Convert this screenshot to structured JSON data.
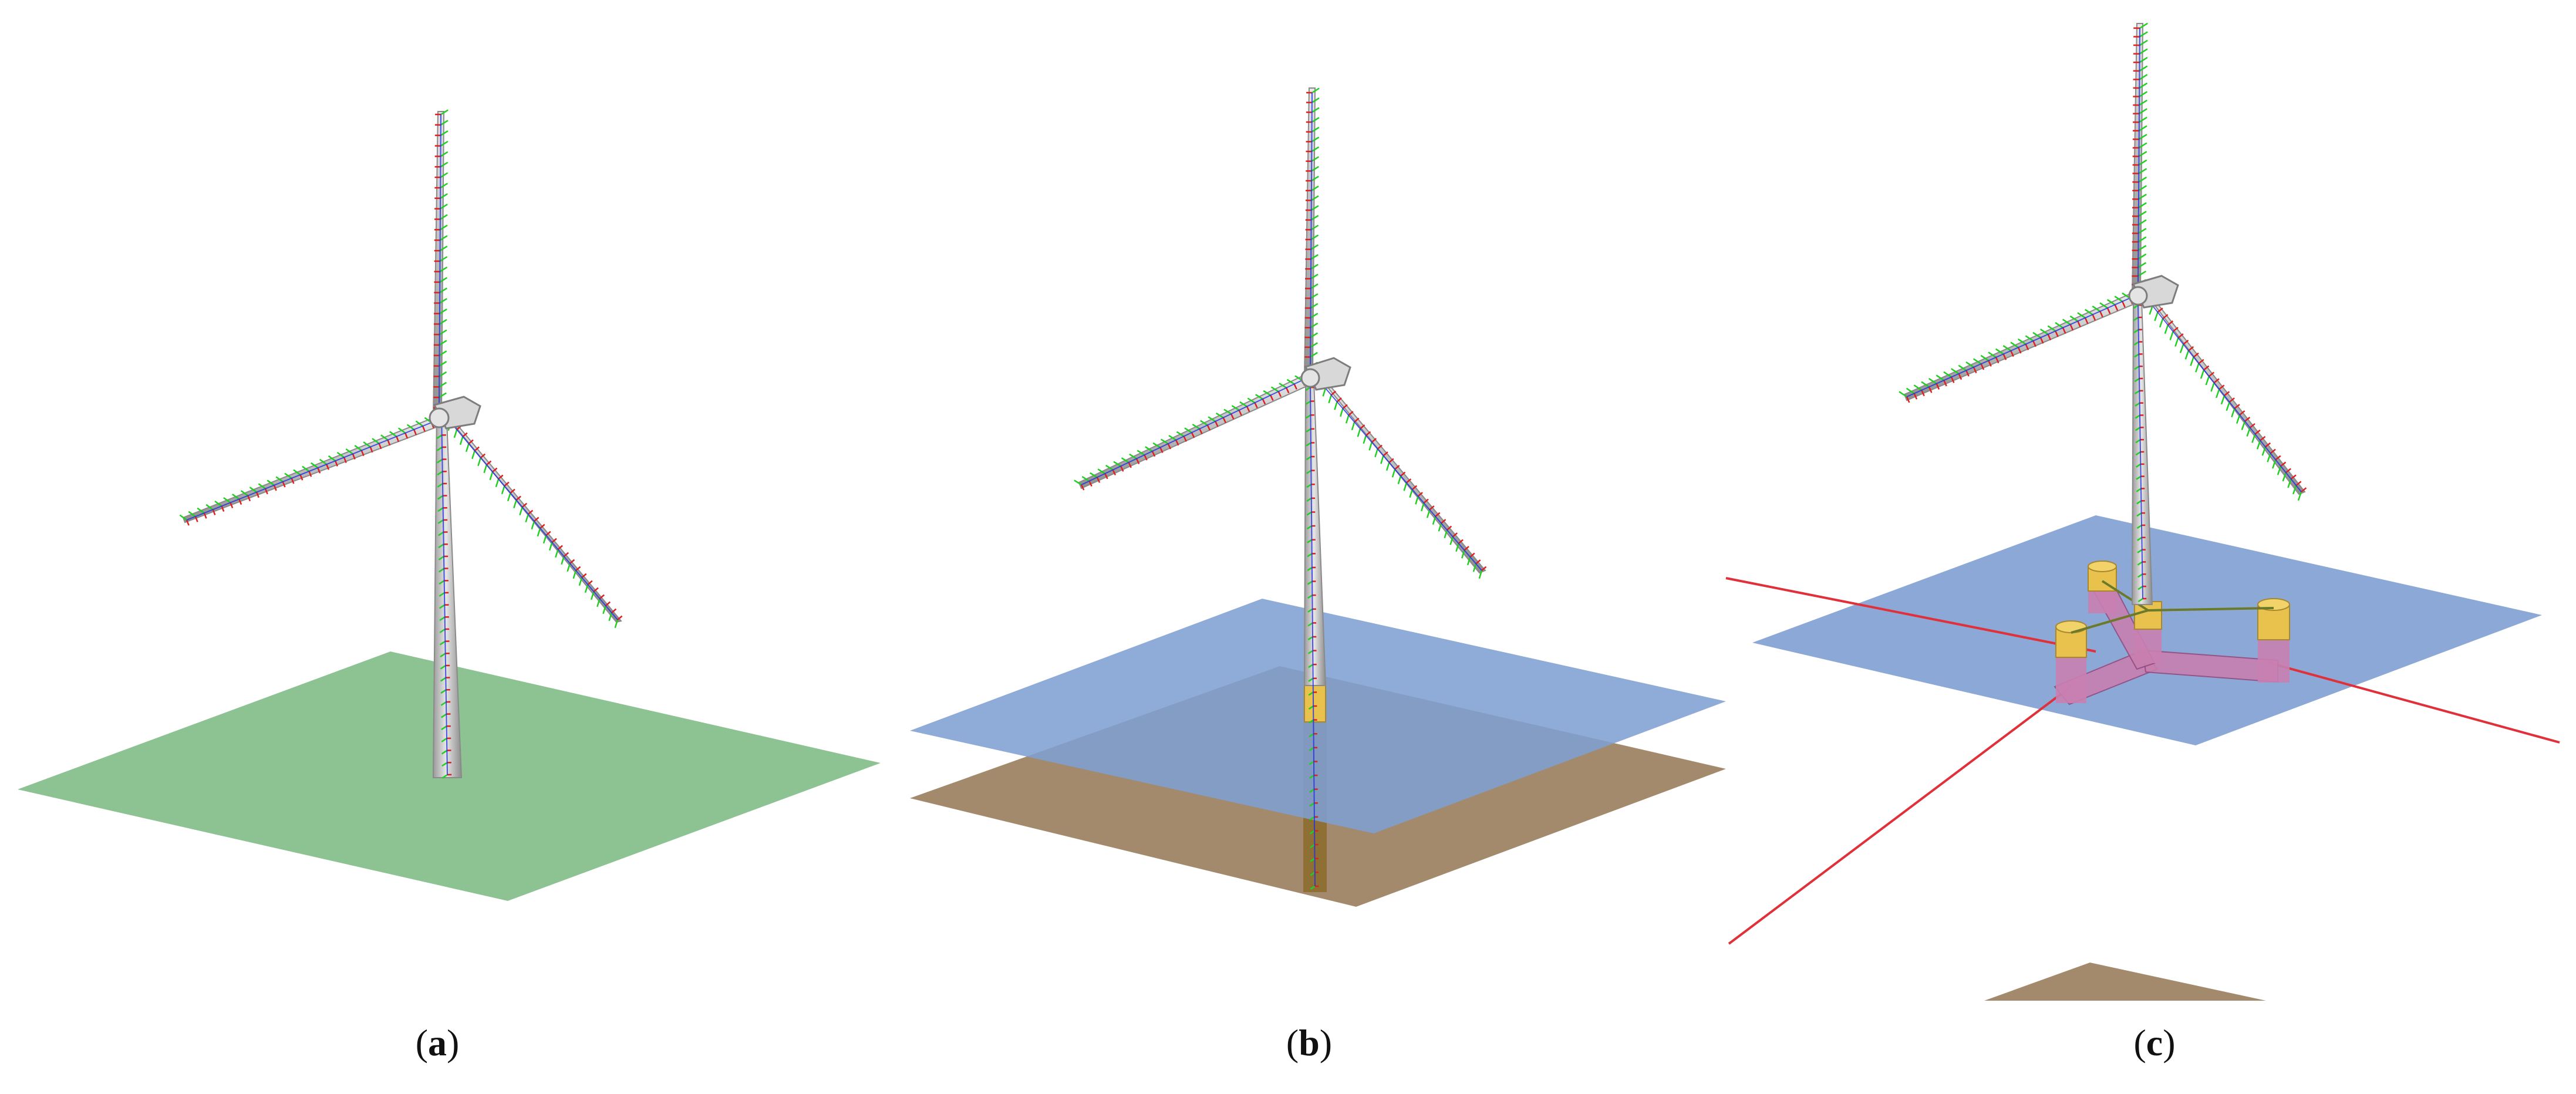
{
  "figure": {
    "panels": [
      {
        "id": "a",
        "open": "(",
        "letter": "a",
        "close": ")"
      },
      {
        "id": "b",
        "open": "(",
        "letter": "b",
        "close": ")"
      },
      {
        "id": "c",
        "open": "(",
        "letter": "c",
        "close": ")"
      }
    ]
  },
  "colors": {
    "ground": "#8dc293",
    "sea_surface": "#7f9fd2",
    "seabed": "#a48a6c",
    "tower": "#c9c9c9",
    "tower_edge": "#8a8a8a",
    "foundation": "#e8c24c",
    "pontoon": "#c87fb0",
    "mooring": "#e0303a",
    "frame_x": "#e02020",
    "frame_y": "#20d020",
    "frame_z": "#2030e0"
  },
  "icons": {
    "a": "onshore-wind-turbine-icon",
    "b": "monopile-offshore-wind-turbine-icon",
    "c": "floating-semisubmersible-wind-turbine-icon"
  }
}
